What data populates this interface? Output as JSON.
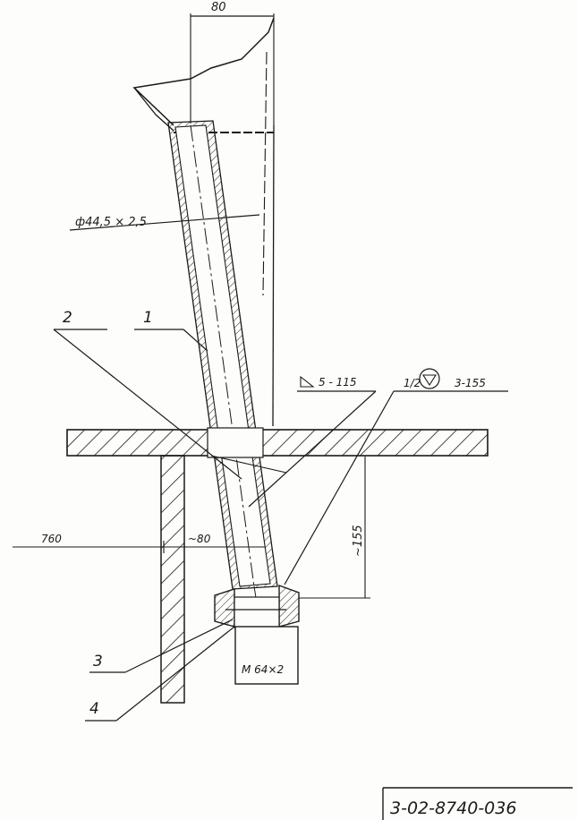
{
  "drawing": {
    "top_dimension": "80",
    "pipe_spec": "ф44,5 × 2,5",
    "callouts": {
      "part_2": "2",
      "part_1": "1",
      "part_3": "3",
      "part_4": "4"
    },
    "weld_symbol_text": "5 - 115",
    "weld_fraction": "1/2",
    "weld_ref": "3-155",
    "elevation": "760",
    "offset": "~80",
    "height": "~155",
    "thread_spec": "M 64×2",
    "document_number": "3-02-8740-036"
  }
}
